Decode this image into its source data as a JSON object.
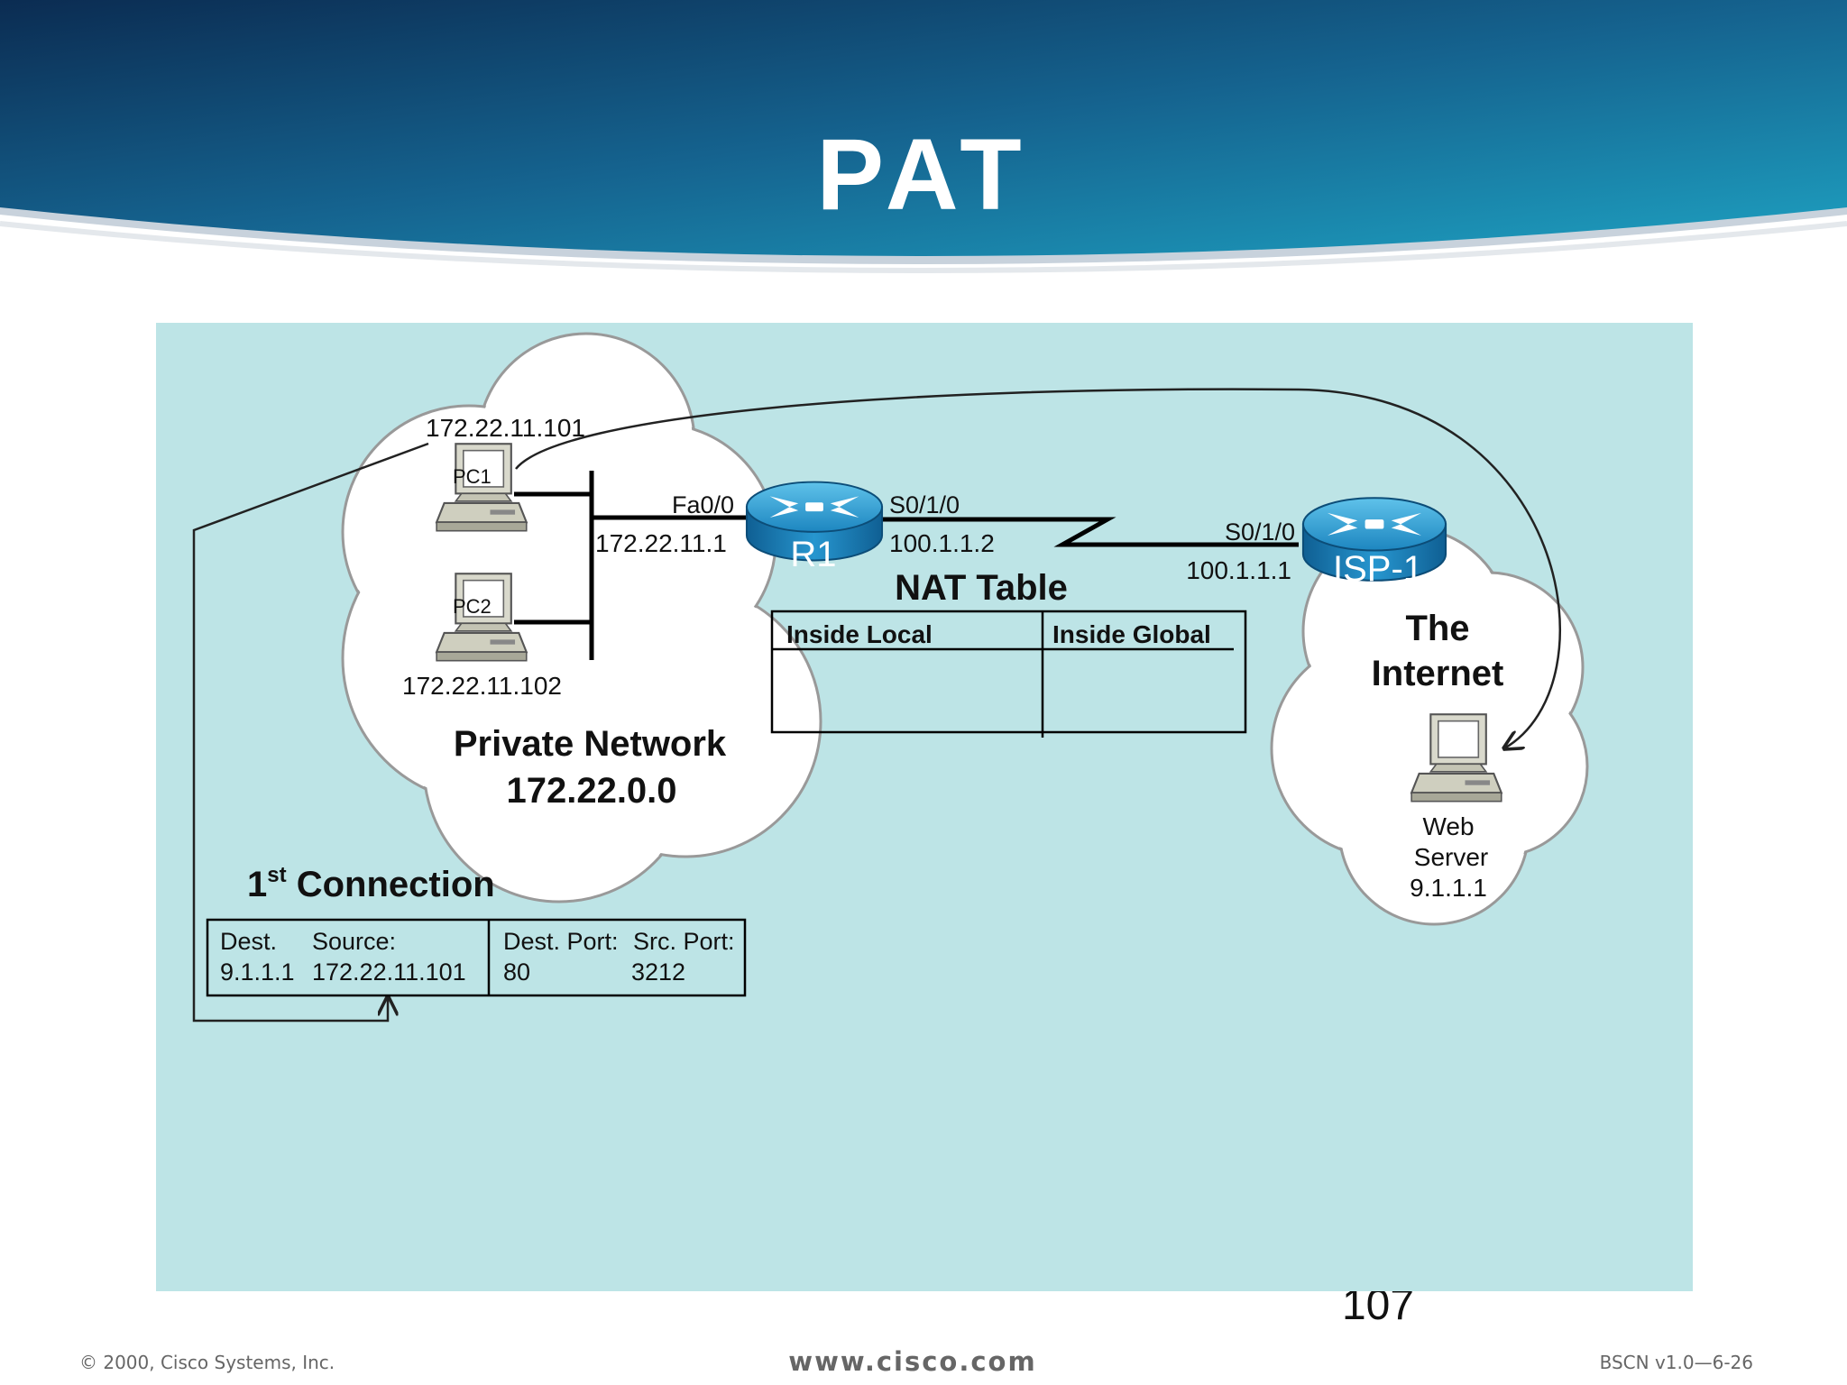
{
  "slide": {
    "title": "PAT",
    "page_number": "107",
    "footer_left": "© 2000, Cisco Systems, Inc.",
    "footer_center": "www.cisco.com",
    "footer_right": "BSCN v1.0—6-26"
  },
  "colors": {
    "diagram_bg": "#bde4e6",
    "header_dark": "#0b2e55",
    "header_light": "#1a96b8",
    "router_blue": "#1f8fc4"
  },
  "private_network": {
    "pc1_ip": "172.22.11.101",
    "pc1_label": "PC1",
    "pc2_label": "PC2",
    "pc2_ip": "172.22.11.102",
    "title": "Private Network",
    "network": "172.22.0.0"
  },
  "r1": {
    "label": "R1",
    "fa_interface": "Fa0/0",
    "fa_ip": "172.22.11.1",
    "serial_interface": "S0/1/0",
    "serial_ip": "100.1.1.2"
  },
  "isp": {
    "label": "ISP-1",
    "serial_interface": "S0/1/0",
    "serial_ip": "100.1.1.1"
  },
  "nat_table": {
    "title": "NAT Table",
    "headers": [
      "Inside Local",
      "Inside Global"
    ]
  },
  "internet": {
    "title_line1": "The",
    "title_line2": "Internet",
    "server_line1": "Web",
    "server_line2": "Server",
    "server_ip": "9.1.1.1"
  },
  "connection": {
    "title_prefix": "1",
    "title_sup": "st",
    "title_rest": " Connection",
    "dest_label": "Dest.",
    "source_label": "Source:",
    "dest_value": "9.1.1.1",
    "source_value": "172.22.11.101",
    "dest_port_label": "Dest. Port:",
    "src_port_label": "Src. Port:",
    "dest_port_value": "80",
    "src_port_value": "3212"
  }
}
